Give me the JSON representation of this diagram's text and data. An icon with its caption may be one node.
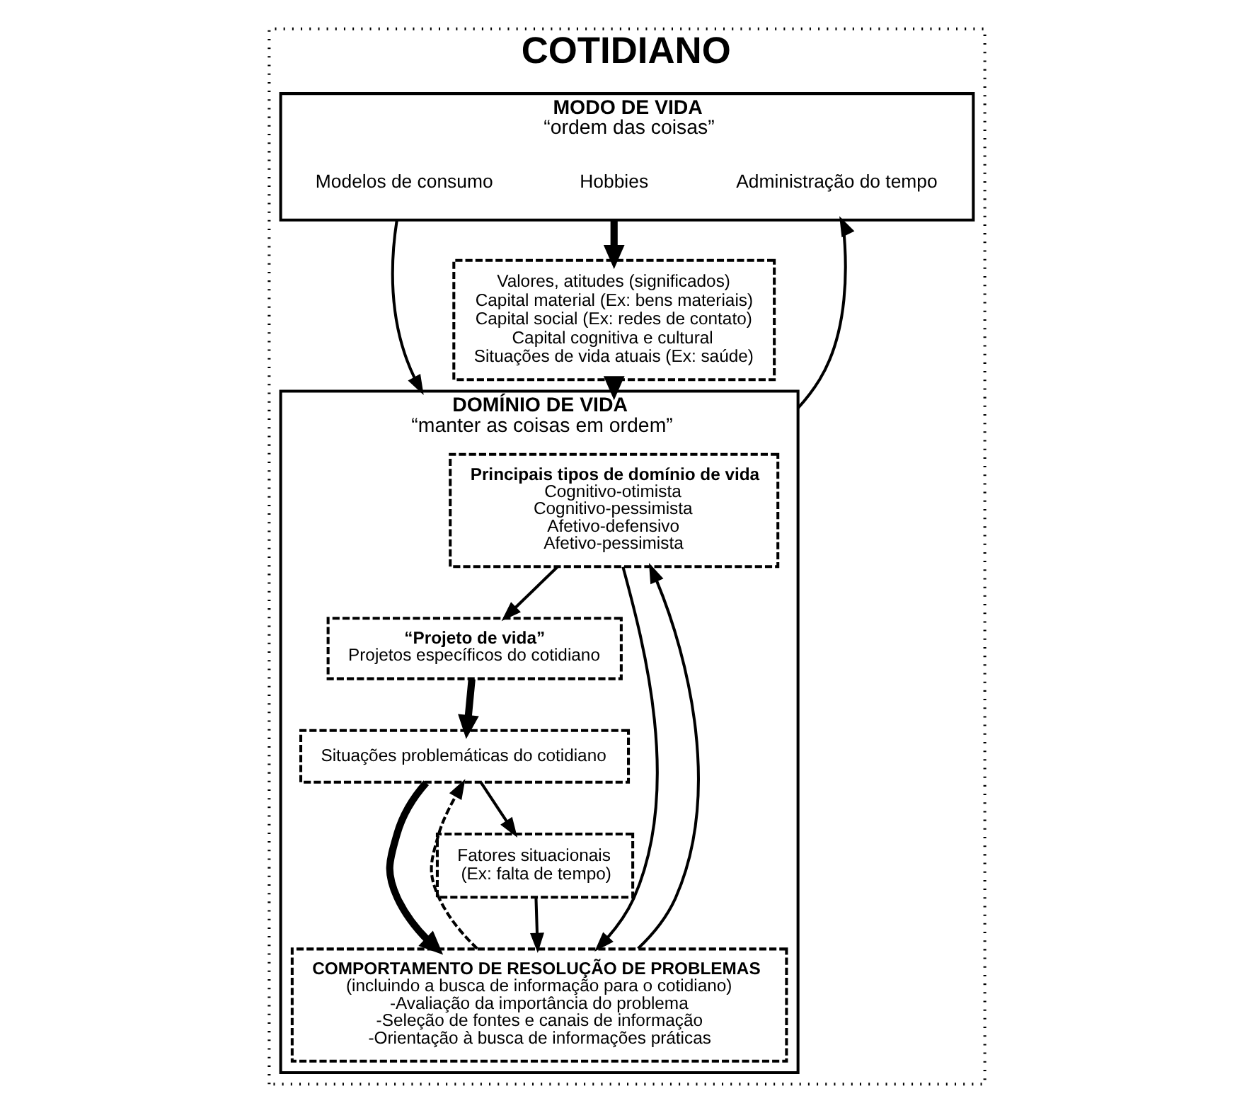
{
  "diagram": {
    "nodes": [
      {
        "text": [
          "COTIDIANO"
        ]
      },
      {
        "text": [
          "MODO DE VIDA",
          "“ordem das coisas”"
        ],
        "in": 0
      },
      {
        "text": [
          "DOMÍNIO DE VIDA",
          "“manter as coisas em ordem”"
        ],
        "in": 0
      },
      {
        "text": [
          "Principais tipos de domínio de vida",
          "Cognitivo-otimista",
          "Cognitivo-pessimista",
          "Afetivo-defensivo",
          "Afetivo-pessimista"
        ],
        "in": 2
      },
      {
        "text": [
          "“Projeto de vida”",
          "Projetos específicos do cotidiano"
        ],
        "in": 2
      },
      {
        "text": [
          "Situações problemáticas do cotidiano"
        ],
        "in": 2
      },
      {
        "text": [
          "COMPORTAMENTO DE RESOLUÇÃO DE PROBLEMAS",
          "(incluindo a busca de informação para o cotidiano)",
          "-Avaliação da importância do problema",
          "-Seleção de fontes e canais de informação",
          "-Orientação à busca de informações práticas"
        ],
        "in": 2
      },
      {
        "text": [
          "Fatores situacionais",
          "(Ex: falta de tempo)"
        ],
        "in": 2
      },
      {
        "text": [
          "Valores, atitudes (significados)",
          "Capital material (Ex: bens materiais)",
          "Capital social (Ex: redes de contato)",
          "Capital cognitiva e cultural",
          "Situações de vida atuais (Ex: saúde)"
        ],
        "in": 0
      }
    ],
    "edges": [
      {
        "from": 2,
        "to": 1,
        "arrow": "to"
      },
      {
        "from": 1,
        "to": 2,
        "arrow": "to"
      },
      {
        "from": 1,
        "to": 8,
        "arrow": "to",
        "style": "thick"
      },
      {
        "from": 8,
        "to": 2,
        "arrow": "to",
        "style": "thick"
      },
      {
        "from": 3,
        "to": 4,
        "arrow": "to"
      },
      {
        "from": 4,
        "to": 5,
        "arrow": "to",
        "style": "thick"
      },
      {
        "from": 3,
        "to": 6,
        "arrow": "to"
      },
      {
        "from": 6,
        "to": 3,
        "arrow": "to"
      },
      {
        "from": 5,
        "to": 6,
        "arrow": "to",
        "style": "thick"
      },
      {
        "from": 6,
        "to": 5,
        "arrow": "to",
        "style": "dashed"
      },
      {
        "from": 5,
        "to": 7,
        "arrow": "to"
      },
      {
        "from": 7,
        "to": 6,
        "arrow": "to"
      }
    ],
    "labels": [
      "Administração do tempo",
      "Modelos de consumo",
      "Hobbies"
    ]
  }
}
